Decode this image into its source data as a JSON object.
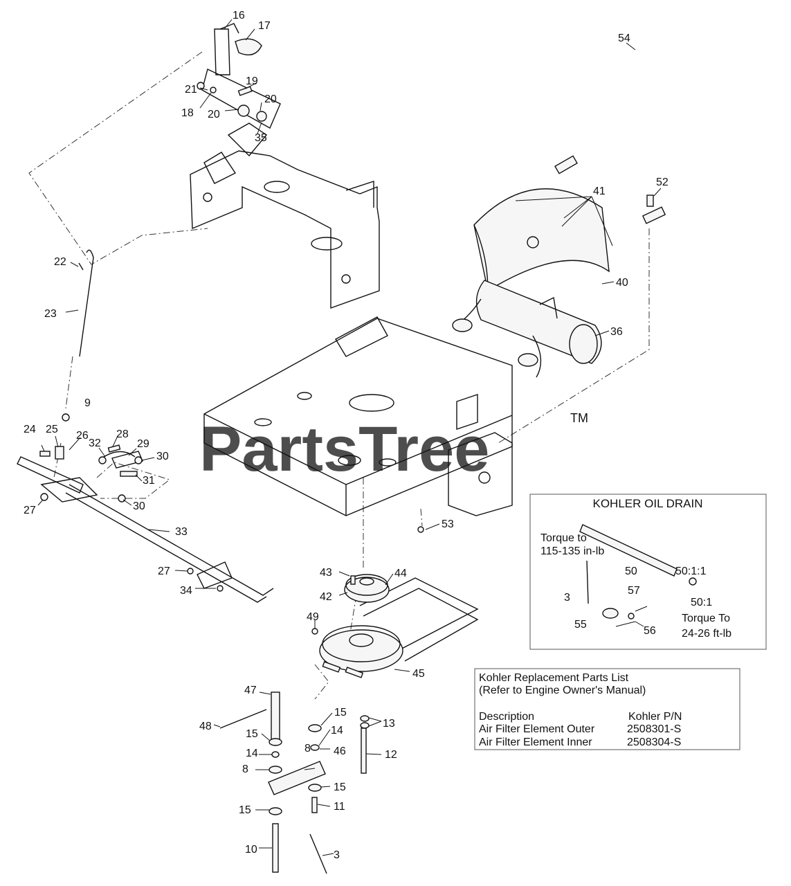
{
  "watermark": {
    "text": "PartsTree",
    "tm": "TM"
  },
  "callouts": [
    "16",
    "17",
    "19",
    "21",
    "18",
    "20",
    "20",
    "35",
    "54",
    "41",
    "52",
    "40",
    "36",
    "22",
    "23",
    "9",
    "24",
    "25",
    "26",
    "32",
    "28",
    "29",
    "30",
    "31",
    "27",
    "30",
    "33",
    "53",
    "43",
    "44",
    "42",
    "27",
    "34",
    "49",
    "45",
    "47",
    "15",
    "14",
    "13",
    "48",
    "15",
    "8",
    "12",
    "14",
    "46",
    "8",
    "15",
    "15",
    "11",
    "10",
    "3"
  ],
  "oil_drain_box": {
    "title": "KOHLER OIL DRAIN",
    "torque_top": "Torque to",
    "torque_top_value": "115-135 in-lb",
    "label_50_1_1": "50:1:1",
    "label_50": "50",
    "label_3": "3",
    "label_57": "57",
    "label_55": "55",
    "label_56": "56",
    "label_50_1": "50:1",
    "torque_bottom": "Torque To",
    "torque_bottom_value": "24-26 ft-lb"
  },
  "replacement_parts": {
    "title_line1": "Kohler Replacement Parts List",
    "title_line2": "(Refer to Engine Owner's Manual)",
    "col_description": "Description",
    "col_pn": "Kohler P/N",
    "rows": [
      {
        "description": "Air Filter Element Outer",
        "pn": "2508301-S"
      },
      {
        "description": "Air Filter Element Inner",
        "pn": "2508304-S"
      }
    ]
  }
}
